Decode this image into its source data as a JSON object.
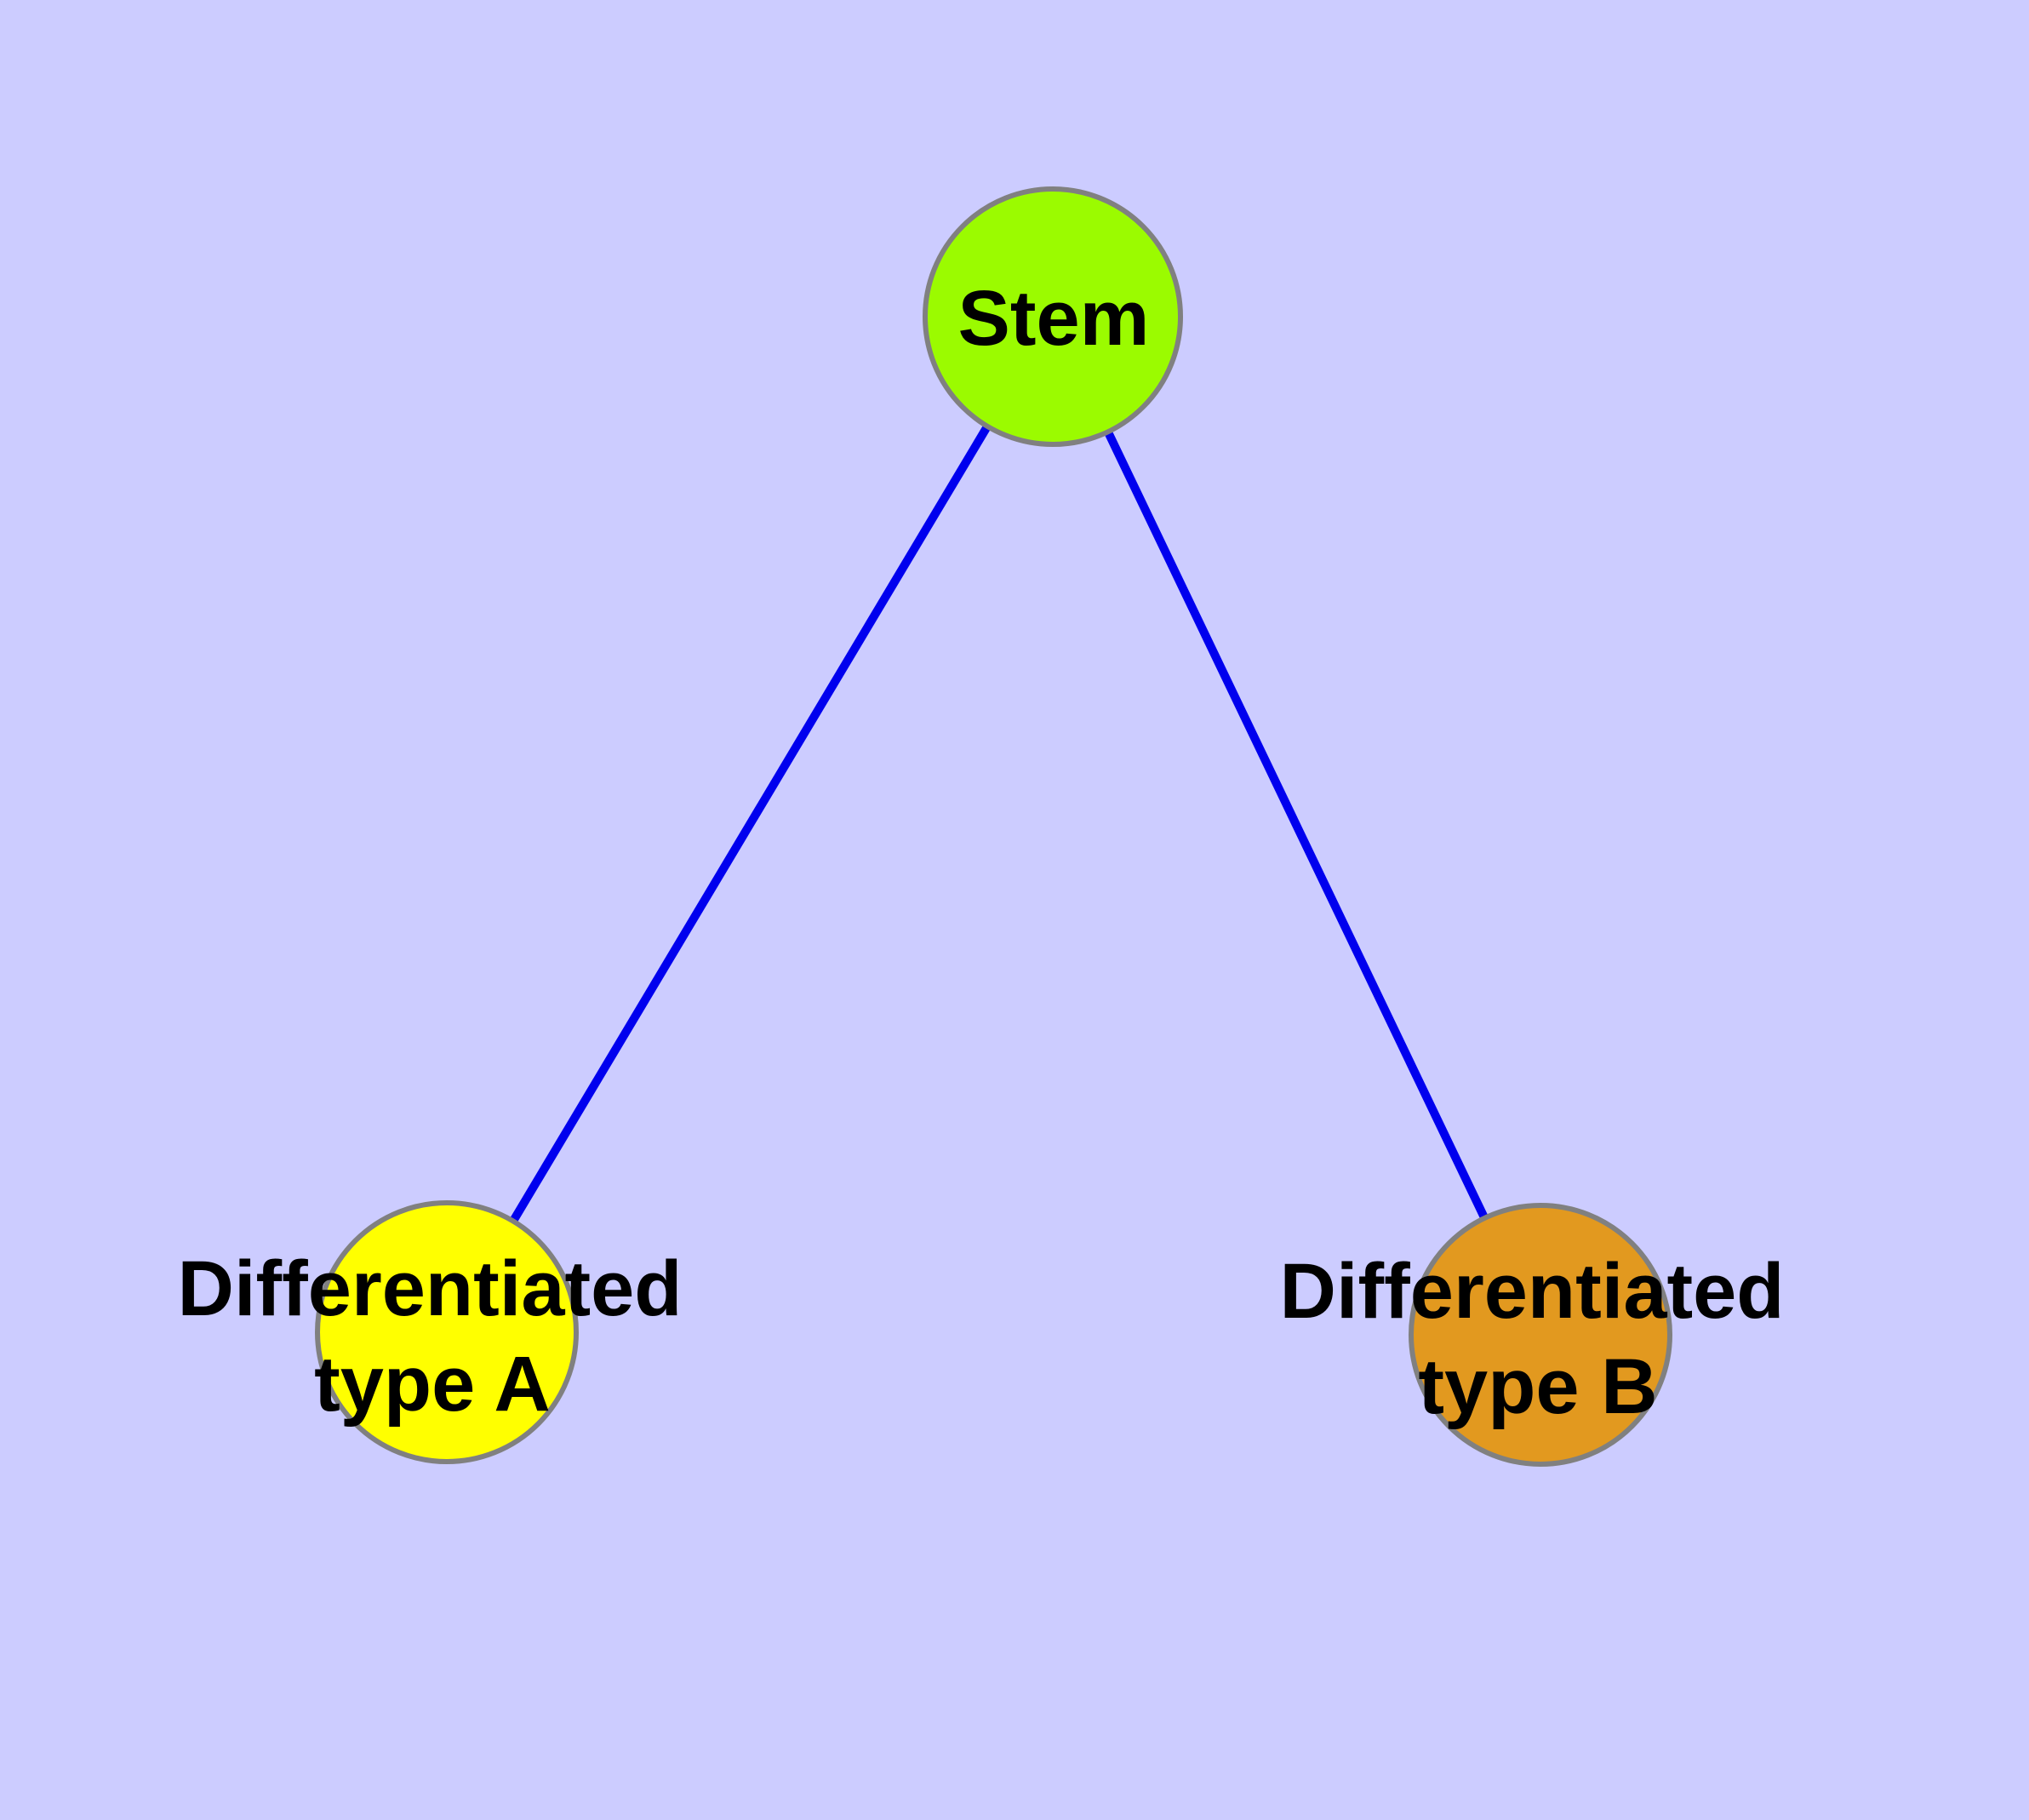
{
  "canvas": {
    "background": "#CCCCFF"
  },
  "diagram": {
    "type": "node-link-graph",
    "nodes": [
      {
        "id": "stem",
        "label": "Stem",
        "label_lines": [
          "Stem"
        ],
        "fill": "#9BFB00",
        "border": "#808080"
      },
      {
        "id": "differentiated-type-a",
        "label": "Differentiated type A",
        "label_lines": [
          "Differentiated",
          "type A"
        ],
        "fill": "#FFFF00",
        "border": "#808080"
      },
      {
        "id": "differentiated-type-b",
        "label": "Differentiated type B",
        "label_lines": [
          "Differentiated",
          "type B"
        ],
        "fill": "#E2991F",
        "border": "#808080"
      }
    ],
    "edges": [
      {
        "from": "Stem",
        "to": "Differentiated type A",
        "color": "#0000EE"
      },
      {
        "from": "Stem",
        "to": "Differentiated type B",
        "color": "#0000EE"
      }
    ]
  }
}
